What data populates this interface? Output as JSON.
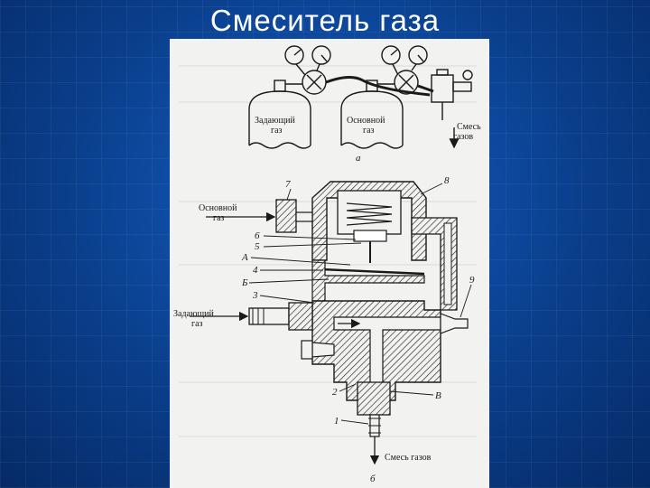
{
  "slide": {
    "title": "Смеситель газа"
  },
  "top_scheme": {
    "cylinder_left_line1": "Задающий",
    "cylinder_left_line2": "газ",
    "cylinder_right_line1": "Основной",
    "cylinder_right_line2": "газ",
    "outlet_line1": "Смесь",
    "outlet_line2": "газов",
    "caption": "а"
  },
  "bottom_scheme": {
    "main_gas_line1": "Основной",
    "main_gas_line2": "газ",
    "control_gas_line1": "Задающий",
    "control_gas_line2": "газ",
    "outlet": "Смесь газов",
    "caption": "б",
    "callouts": {
      "n7": "7",
      "n8": "8",
      "n6": "6",
      "n5": "5",
      "nA": "А",
      "n4": "4",
      "nB": "Б",
      "n3": "3",
      "n9": "9",
      "n2": "2",
      "nV": "В",
      "n1": "1"
    }
  },
  "colors": {
    "background": "#0a3f8c",
    "title": "#ffffff",
    "paper": "#f2f2f0",
    "ink": "#1a1a1a"
  }
}
